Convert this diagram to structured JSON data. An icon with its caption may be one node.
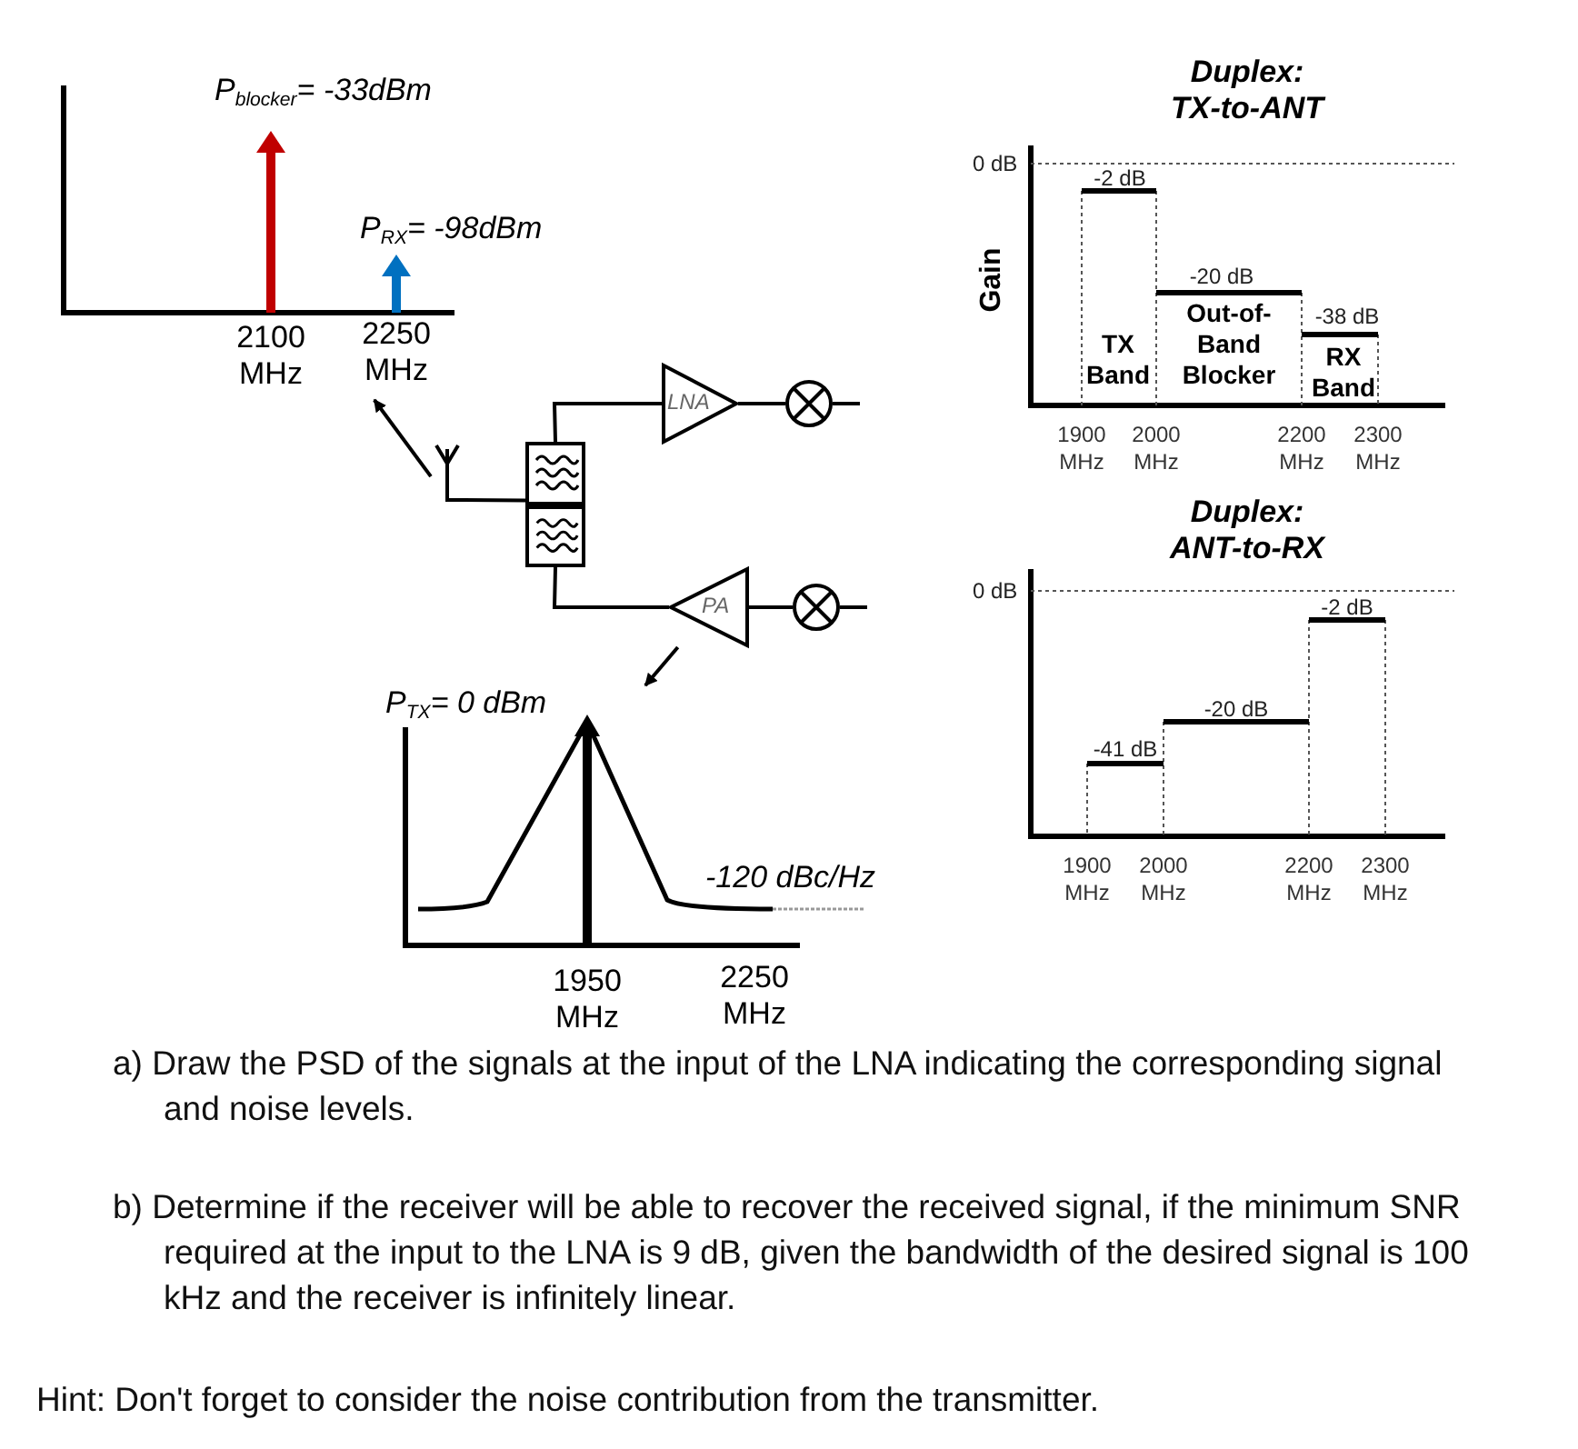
{
  "diagram": {
    "nodes": [
      {
        "text": [
          "P$_{blocker}$= -33dBm",
          "P$_{RX}$= -98dBm",
          "2100 MHz",
          "2250 MHz"
        ]
      },
      {
        "text": [],
        "shape": "antenna"
      },
      {
        "text": [],
        "shape": "box"
      },
      {
        "text": [],
        "shape": "box"
      },
      {
        "text": [
          "LNA"
        ]
      },
      {
        "text": [],
        "shape": "circle"
      },
      {
        "text": [
          "PA"
        ]
      },
      {
        "text": [],
        "shape": "circle"
      },
      {
        "text": [
          "P$_{TX}$= 0 dBm",
          "-120 dBc/Hz",
          "1950 MHz",
          "2250 MHz"
        ]
      }
    ],
    "edges": [
      {
        "from": 1,
        "to": 0,
        "arrow": "to"
      },
      {
        "from": 1,
        "to": 2,
        "arrow": "none"
      },
      {
        "from": 2,
        "to": 4,
        "arrow": "none"
      },
      {
        "from": 4,
        "to": 5,
        "arrow": "none"
      },
      {
        "from": 5,
        "to": null,
        "arrow": "none"
      },
      {
        "from": 3,
        "to": 6,
        "arrow": "none"
      },
      {
        "from": 6,
        "to": 7,
        "arrow": "none"
      },
      {
        "from": 7,
        "to": null,
        "arrow": "none"
      },
      {
        "from": 6,
        "to": 8,
        "arrow": "to"
      }
    ],
    "labels": [
      "Duplex: TX-to-ANT",
      "0 dB",
      "Gain",
      "-2 dB",
      "-20 dB",
      "-38 dB",
      "TX Band",
      "Out-of-Band Blocker",
      "RX Band",
      "1900 MHz",
      "2000 MHz",
      "2200 MHz",
      "2300 MHz",
      "Duplex: ANT-to-RX",
      "0 dB",
      "-2 dB",
      "-20 dB",
      "-41 dB",
      "1900 MHz",
      "2000 MHz",
      "2200 MHz",
      "2300 MHz",
      "a) Draw the PSD of the signals at the input of the LNA indicating the corresponding signal and noise levels.",
      "b) Determine if the receiver will be able to recover the received signal, if the minimum SNR required at the input to the LNA is 9 dB, given the bandwidth of the desired signal is 100 kHz and the receiver is infinitely linear.",
      "Hint: Don't forget to consider the noise contribution from the transmitter."
    ]
  }
}
